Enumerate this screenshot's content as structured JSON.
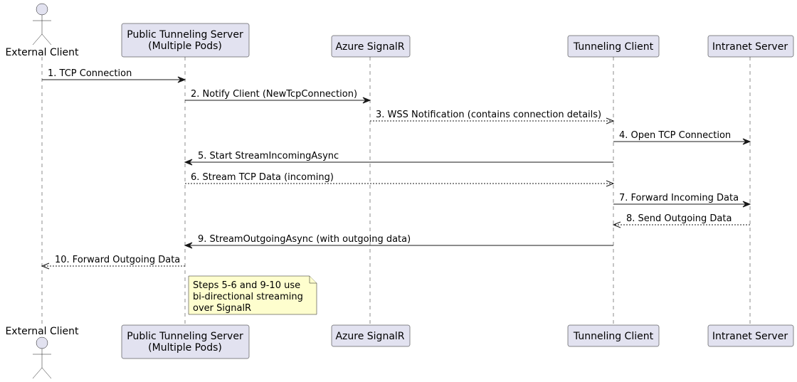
{
  "participants": [
    {
      "id": "external_client",
      "kind": "actor",
      "label_lines": [
        "External Client"
      ]
    },
    {
      "id": "public_tunneling_server",
      "kind": "participant",
      "label_lines": [
        "Public Tunneling Server",
        "(Multiple Pods)"
      ]
    },
    {
      "id": "azure_signalr",
      "kind": "participant",
      "label_lines": [
        "Azure SignalR"
      ]
    },
    {
      "id": "tunneling_client",
      "kind": "participant",
      "label_lines": [
        "Tunneling Client"
      ]
    },
    {
      "id": "intranet_server",
      "kind": "participant",
      "label_lines": [
        "Intranet Server"
      ]
    }
  ],
  "messages": [
    {
      "from": "external_client",
      "to": "public_tunneling_server",
      "label": "1. TCP Connection",
      "style": "solid"
    },
    {
      "from": "public_tunneling_server",
      "to": "azure_signalr",
      "label": "2. Notify Client (NewTcpConnection)",
      "style": "solid"
    },
    {
      "from": "azure_signalr",
      "to": "tunneling_client",
      "label": "3. WSS Notification (contains connection details)",
      "style": "dashed"
    },
    {
      "from": "tunneling_client",
      "to": "intranet_server",
      "label": "4. Open TCP Connection",
      "style": "solid"
    },
    {
      "from": "tunneling_client",
      "to": "public_tunneling_server",
      "label": "5. Start StreamIncomingAsync",
      "style": "solid"
    },
    {
      "from": "public_tunneling_server",
      "to": "tunneling_client",
      "label": "6. Stream TCP Data (incoming)",
      "style": "dashed"
    },
    {
      "from": "tunneling_client",
      "to": "intranet_server",
      "label": "7. Forward Incoming Data",
      "style": "solid"
    },
    {
      "from": "intranet_server",
      "to": "tunneling_client",
      "label": "8. Send Outgoing Data",
      "style": "dashed"
    },
    {
      "from": "tunneling_client",
      "to": "public_tunneling_server",
      "label": "9. StreamOutgoingAsync (with outgoing data)",
      "style": "solid"
    },
    {
      "from": "public_tunneling_server",
      "to": "external_client",
      "label": "10. Forward Outgoing Data",
      "style": "dashed"
    }
  ],
  "note": {
    "over": "public_tunneling_server",
    "lines": [
      "Steps 5-6 and 9-10 use",
      "bi-directional streaming",
      "over SignalR"
    ]
  },
  "colors": {
    "participant_fill": "#e2e2f0",
    "note_fill": "#fefece",
    "line": "#181818"
  }
}
